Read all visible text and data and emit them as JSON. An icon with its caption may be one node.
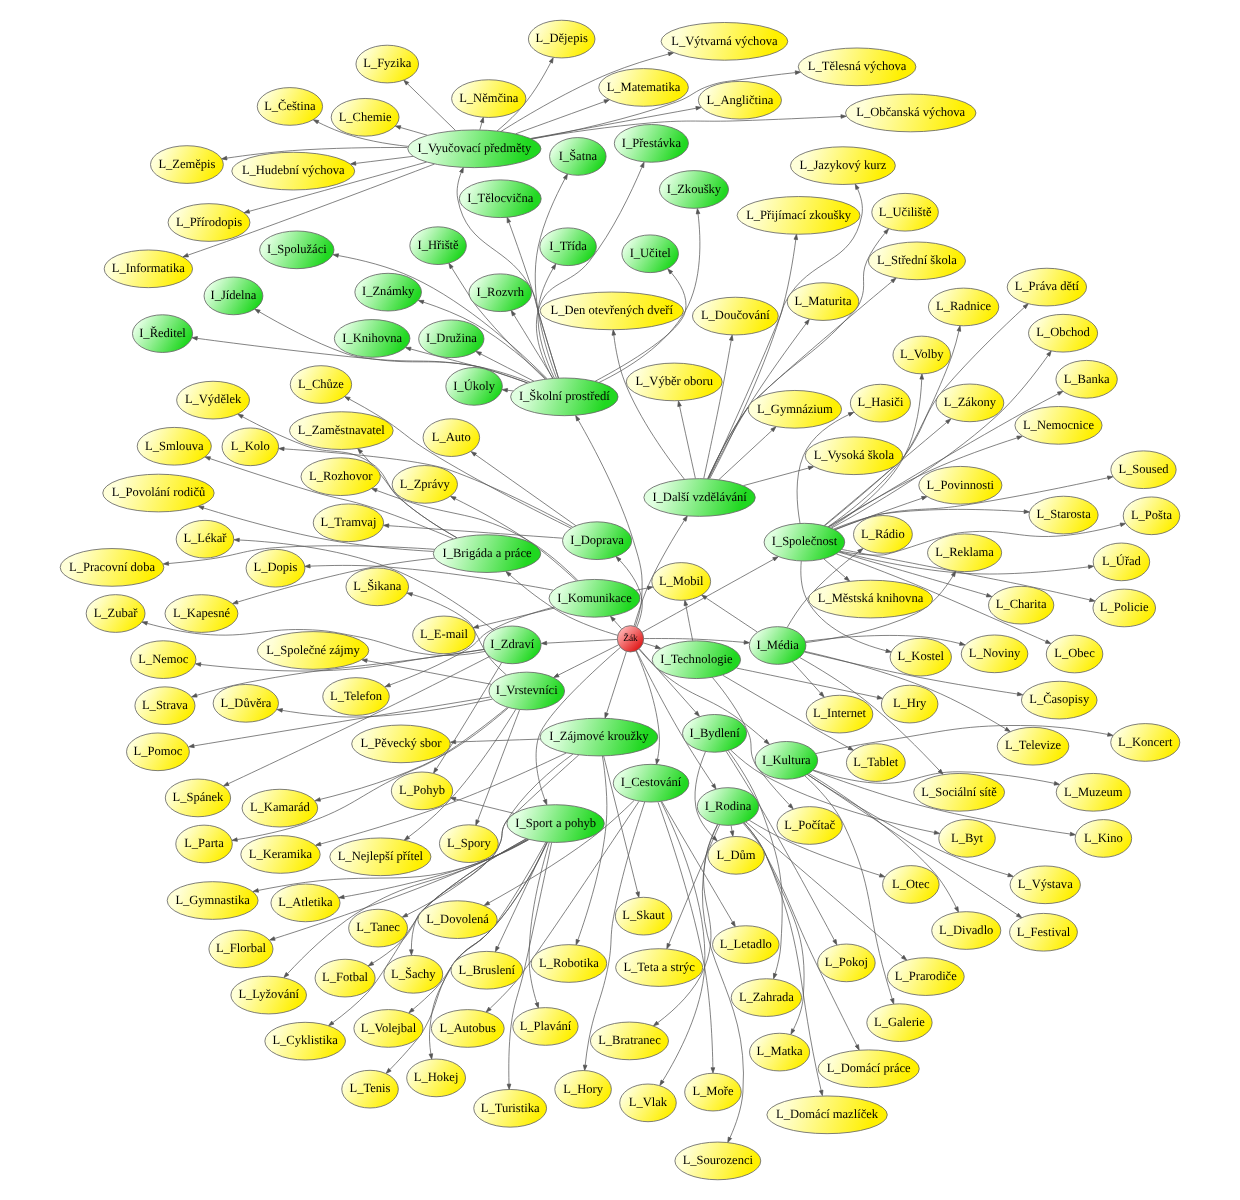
{
  "diagram": {
    "nodes": [
      {
        "text": [
          "Žák"
        ]
      },
      {
        "text": [
          "I_Školní prostředí"
        ]
      },
      {
        "text": [
          "I_Vyučovací předměty"
        ]
      },
      {
        "text": [
          "I_Zájmové kroužky"
        ]
      },
      {
        "text": [
          "I_Společnost"
        ]
      },
      {
        "text": [
          "I_Komunikace"
        ]
      },
      {
        "text": [
          "I_Sport a pohyb"
        ]
      },
      {
        "text": [
          "I_Cestování"
        ]
      },
      {
        "text": [
          "I_Brigáda a práce"
        ]
      },
      {
        "text": [
          "I_Rodina"
        ]
      },
      {
        "text": [
          "I_Vrstevníci"
        ]
      },
      {
        "text": [
          "I_Další vzdělávání"
        ]
      },
      {
        "text": [
          "I_Zdraví"
        ]
      },
      {
        "text": [
          "I_Kultura"
        ]
      },
      {
        "text": [
          "I_Média"
        ]
      },
      {
        "text": [
          "I_Třída"
        ]
      },
      {
        "text": [
          "I_Učitel"
        ]
      },
      {
        "text": [
          "I_Spolužáci"
        ]
      },
      {
        "text": [
          "I_Ředitel"
        ]
      },
      {
        "text": [
          "I_Jídelna"
        ]
      },
      {
        "text": [
          "I_Družina"
        ]
      },
      {
        "text": [
          "I_Knihovna"
        ]
      },
      {
        "text": [
          "I_Tělocvična"
        ]
      },
      {
        "text": [
          "I_Šatna"
        ]
      },
      {
        "text": [
          "I_Hřiště"
        ]
      },
      {
        "text": [
          "I_Rozvrh"
        ]
      },
      {
        "text": [
          "I_Přestávka"
        ]
      },
      {
        "text": [
          "I_Známky"
        ]
      },
      {
        "text": [
          "I_Úkoly"
        ]
      },
      {
        "text": [
          "I_Zkoušky"
        ]
      },
      {
        "text": [
          "I_Doprava"
        ]
      },
      {
        "text": [
          "I_Bydlení"
        ]
      },
      {
        "text": [
          "I_Technologie"
        ]
      },
      {
        "text": [
          "L_Čeština"
        ]
      },
      {
        "text": [
          "L_Matematika"
        ]
      },
      {
        "text": [
          "L_Angličtina"
        ]
      },
      {
        "text": [
          "L_Němčina"
        ]
      },
      {
        "text": [
          "L_Dějepis"
        ]
      },
      {
        "text": [
          "L_Zeměpis"
        ]
      },
      {
        "text": [
          "L_Přírodopis"
        ]
      },
      {
        "text": [
          "L_Fyzika"
        ]
      },
      {
        "text": [
          "L_Chemie"
        ]
      },
      {
        "text": [
          "L_Hudební výchova"
        ]
      },
      {
        "text": [
          "L_Výtvarná výchova"
        ]
      },
      {
        "text": [
          "L_Tělesná výchova"
        ]
      },
      {
        "text": [
          "L_Informatika"
        ]
      },
      {
        "text": [
          "L_Občanská výchova"
        ]
      },
      {
        "text": [
          "L_Obec"
        ]
      },
      {
        "text": [
          "L_Úřad"
        ]
      },
      {
        "text": [
          "L_Policie"
        ]
      },
      {
        "text": [
          "L_Hasiči"
        ]
      },
      {
        "text": [
          "L_Pošta"
        ]
      },
      {
        "text": [
          "L_Banka"
        ]
      },
      {
        "text": [
          "L_Obchod"
        ]
      },
      {
        "text": [
          "L_Nemocnice"
        ]
      },
      {
        "text": [
          "L_Kostel"
        ]
      },
      {
        "text": [
          "L_Městská knihovna"
        ]
      },
      {
        "text": [
          "L_Radnice"
        ]
      },
      {
        "text": [
          "L_Starosta"
        ]
      },
      {
        "text": [
          "L_Volby"
        ]
      },
      {
        "text": [
          "L_Zákony"
        ]
      },
      {
        "text": [
          "L_Práva dětí"
        ]
      },
      {
        "text": [
          "L_Povinnosti"
        ]
      },
      {
        "text": [
          "L_Soused"
        ]
      },
      {
        "text": [
          "L_Charita"
        ]
      },
      {
        "text": [
          "L_Fotbal"
        ]
      },
      {
        "text": [
          "L_Hokej"
        ]
      },
      {
        "text": [
          "L_Plavání"
        ]
      },
      {
        "text": [
          "L_Tenis"
        ]
      },
      {
        "text": [
          "L_Florbal"
        ]
      },
      {
        "text": [
          "L_Volejbal"
        ]
      },
      {
        "text": [
          "L_Atletika"
        ]
      },
      {
        "text": [
          "L_Gymnastika"
        ]
      },
      {
        "text": [
          "L_Lyžování"
        ]
      },
      {
        "text": [
          "L_Cyklistika"
        ]
      },
      {
        "text": [
          "L_Turistika"
        ]
      },
      {
        "text": [
          "L_Bruslení"
        ]
      },
      {
        "text": [
          "L_Vlak"
        ]
      },
      {
        "text": [
          "L_Autobus"
        ]
      },
      {
        "text": [
          "L_Letadlo"
        ]
      },
      {
        "text": [
          "L_Dovolená"
        ]
      },
      {
        "text": [
          "L_Hory"
        ]
      },
      {
        "text": [
          "L_Moře"
        ]
      },
      {
        "text": [
          "L_Kapesné"
        ]
      },
      {
        "text": [
          "L_Výdělek"
        ]
      },
      {
        "text": [
          "L_Smlouva"
        ]
      },
      {
        "text": [
          "L_Zaměstnavatel"
        ]
      },
      {
        "text": [
          "L_Pracovní doba"
        ]
      },
      {
        "text": [
          "L_Povolání rodičů"
        ]
      },
      {
        "text": [
          "L_Matka"
        ]
      },
      {
        "text": [
          "L_Otec"
        ]
      },
      {
        "text": [
          "L_Sourozenci"
        ]
      },
      {
        "text": [
          "L_Prarodiče"
        ]
      },
      {
        "text": [
          "L_Teta a strýc"
        ]
      },
      {
        "text": [
          "L_Bratranec"
        ]
      },
      {
        "text": [
          "L_Domácí mazlíček"
        ]
      },
      {
        "text": [
          "L_Domácí práce"
        ]
      },
      {
        "text": [
          "L_Kamarád"
        ]
      },
      {
        "text": [
          "L_Nejlepší přítel"
        ]
      },
      {
        "text": [
          "L_Parta"
        ]
      },
      {
        "text": [
          "L_Spory"
        ]
      },
      {
        "text": [
          "L_Šikana"
        ]
      },
      {
        "text": [
          "L_Důvěra"
        ]
      },
      {
        "text": [
          "L_Pomoc"
        ]
      },
      {
        "text": [
          "L_Společné zájmy"
        ]
      },
      {
        "text": [
          "L_Střední škola"
        ]
      },
      {
        "text": [
          "L_Gymnázium"
        ]
      },
      {
        "text": [
          "L_Učiliště"
        ]
      },
      {
        "text": [
          "L_Přijímací zkoušky"
        ]
      },
      {
        "text": [
          "L_Maturita"
        ]
      },
      {
        "text": [
          "L_Vysoká škola"
        ]
      },
      {
        "text": [
          "L_Jazykový kurz"
        ]
      },
      {
        "text": [
          "L_Doučování"
        ]
      },
      {
        "text": [
          "L_Výběr oboru"
        ]
      },
      {
        "text": [
          "L_Den otevřených dveří"
        ]
      },
      {
        "text": [
          "L_Lékař"
        ]
      },
      {
        "text": [
          "L_Zubař"
        ]
      },
      {
        "text": [
          "L_Strava"
        ]
      },
      {
        "text": [
          "L_Spánek"
        ]
      },
      {
        "text": [
          "L_Pohyb"
        ]
      },
      {
        "text": [
          "L_Nemoc"
        ]
      },
      {
        "text": [
          "L_Divadlo"
        ]
      },
      {
        "text": [
          "L_Kino"
        ]
      },
      {
        "text": [
          "L_Koncert"
        ]
      },
      {
        "text": [
          "L_Muzeum"
        ]
      },
      {
        "text": [
          "L_Galerie"
        ]
      },
      {
        "text": [
          "L_Výstava"
        ]
      },
      {
        "text": [
          "L_Festival"
        ]
      },
      {
        "text": [
          "L_Televize"
        ]
      },
      {
        "text": [
          "L_Rádio"
        ]
      },
      {
        "text": [
          "L_Noviny"
        ]
      },
      {
        "text": [
          "L_Časopisy"
        ]
      },
      {
        "text": [
          "L_Internet"
        ]
      },
      {
        "text": [
          "L_Sociální sítě"
        ]
      },
      {
        "text": [
          "L_Reklama"
        ]
      },
      {
        "text": [
          "L_Keramika"
        ]
      },
      {
        "text": [
          "L_Šachy"
        ]
      },
      {
        "text": [
          "L_Robotika"
        ]
      },
      {
        "text": [
          "L_Pěvecký sbor"
        ]
      },
      {
        "text": [
          "L_Tanec"
        ]
      },
      {
        "text": [
          "L_Skaut"
        ]
      },
      {
        "text": [
          "L_Telefon"
        ]
      },
      {
        "text": [
          "L_Zprávy"
        ]
      },
      {
        "text": [
          "L_E-mail"
        ]
      },
      {
        "text": [
          "L_Dopis"
        ]
      },
      {
        "text": [
          "L_Rozhovor"
        ]
      },
      {
        "text": [
          "L_Kolo"
        ]
      },
      {
        "text": [
          "L_Tramvaj"
        ]
      },
      {
        "text": [
          "L_Chůze"
        ]
      },
      {
        "text": [
          "L_Auto"
        ]
      },
      {
        "text": [
          "L_Byt"
        ]
      },
      {
        "text": [
          "L_Dům"
        ]
      },
      {
        "text": [
          "L_Pokoj"
        ]
      },
      {
        "text": [
          "L_Zahrada"
        ]
      },
      {
        "text": [
          "L_Počítač"
        ]
      },
      {
        "text": [
          "L_Mobil"
        ]
      },
      {
        "text": [
          "L_Tablet"
        ]
      },
      {
        "text": [
          "L_Hry"
        ]
      }
    ],
    "edges": [
      {
        "from": 0,
        "to": 1,
        "arrow": "to"
      },
      {
        "from": 0,
        "to": 3,
        "arrow": "to"
      },
      {
        "from": 0,
        "to": 4,
        "arrow": "to"
      },
      {
        "from": 0,
        "to": 5,
        "arrow": "to"
      },
      {
        "from": 0,
        "to": 6,
        "arrow": "to"
      },
      {
        "from": 0,
        "to": 7,
        "arrow": "to"
      },
      {
        "from": 0,
        "to": 8,
        "arrow": "to"
      },
      {
        "from": 0,
        "to": 9,
        "arrow": "to"
      },
      {
        "from": 0,
        "to": 10,
        "arrow": "to"
      },
      {
        "from": 0,
        "to": 11,
        "arrow": "to"
      },
      {
        "from": 0,
        "to": 12,
        "arrow": "to"
      },
      {
        "from": 0,
        "to": 13,
        "arrow": "to"
      },
      {
        "from": 0,
        "to": 14,
        "arrow": "to"
      },
      {
        "from": 0,
        "to": 30,
        "arrow": "to"
      },
      {
        "from": 0,
        "to": 31,
        "arrow": "to"
      },
      {
        "from": 0,
        "to": 32,
        "arrow": "to"
      },
      {
        "from": 1,
        "to": 2,
        "arrow": "to"
      },
      {
        "from": 1,
        "to": 15,
        "arrow": "to"
      },
      {
        "from": 1,
        "to": 16,
        "arrow": "to"
      },
      {
        "from": 1,
        "to": 17,
        "arrow": "to"
      },
      {
        "from": 1,
        "to": 18,
        "arrow": "to"
      },
      {
        "from": 1,
        "to": 19,
        "arrow": "to"
      },
      {
        "from": 1,
        "to": 20,
        "arrow": "to"
      },
      {
        "from": 1,
        "to": 21,
        "arrow": "to"
      },
      {
        "from": 1,
        "to": 22,
        "arrow": "to"
      },
      {
        "from": 1,
        "to": 23,
        "arrow": "to"
      },
      {
        "from": 1,
        "to": 24,
        "arrow": "to"
      },
      {
        "from": 1,
        "to": 25,
        "arrow": "to"
      },
      {
        "from": 1,
        "to": 26,
        "arrow": "to"
      },
      {
        "from": 1,
        "to": 27,
        "arrow": "to"
      },
      {
        "from": 1,
        "to": 28,
        "arrow": "to"
      },
      {
        "from": 1,
        "to": 29,
        "arrow": "to"
      },
      {
        "from": 2,
        "to": 33,
        "arrow": "to"
      },
      {
        "from": 2,
        "to": 34,
        "arrow": "to"
      },
      {
        "from": 2,
        "to": 35,
        "arrow": "to"
      },
      {
        "from": 2,
        "to": 36,
        "arrow": "to"
      },
      {
        "from": 2,
        "to": 37,
        "arrow": "to"
      },
      {
        "from": 2,
        "to": 38,
        "arrow": "to"
      },
      {
        "from": 2,
        "to": 39,
        "arrow": "to"
      },
      {
        "from": 2,
        "to": 40,
        "arrow": "to"
      },
      {
        "from": 2,
        "to": 41,
        "arrow": "to"
      },
      {
        "from": 2,
        "to": 42,
        "arrow": "to"
      },
      {
        "from": 2,
        "to": 43,
        "arrow": "to"
      },
      {
        "from": 2,
        "to": 44,
        "arrow": "to"
      },
      {
        "from": 2,
        "to": 45,
        "arrow": "to"
      },
      {
        "from": 2,
        "to": 46,
        "arrow": "to"
      },
      {
        "from": 4,
        "to": 47,
        "arrow": "to"
      },
      {
        "from": 4,
        "to": 48,
        "arrow": "to"
      },
      {
        "from": 4,
        "to": 49,
        "arrow": "to"
      },
      {
        "from": 4,
        "to": 50,
        "arrow": "to"
      },
      {
        "from": 4,
        "to": 51,
        "arrow": "to"
      },
      {
        "from": 4,
        "to": 52,
        "arrow": "to"
      },
      {
        "from": 4,
        "to": 53,
        "arrow": "to"
      },
      {
        "from": 4,
        "to": 54,
        "arrow": "to"
      },
      {
        "from": 4,
        "to": 55,
        "arrow": "to"
      },
      {
        "from": 4,
        "to": 56,
        "arrow": "to"
      },
      {
        "from": 4,
        "to": 57,
        "arrow": "to"
      },
      {
        "from": 4,
        "to": 58,
        "arrow": "to"
      },
      {
        "from": 4,
        "to": 59,
        "arrow": "to"
      },
      {
        "from": 4,
        "to": 60,
        "arrow": "to"
      },
      {
        "from": 4,
        "to": 61,
        "arrow": "to"
      },
      {
        "from": 4,
        "to": 62,
        "arrow": "to"
      },
      {
        "from": 4,
        "to": 63,
        "arrow": "to"
      },
      {
        "from": 4,
        "to": 64,
        "arrow": "to"
      },
      {
        "from": 6,
        "to": 65,
        "arrow": "to"
      },
      {
        "from": 6,
        "to": 66,
        "arrow": "to"
      },
      {
        "from": 6,
        "to": 67,
        "arrow": "to"
      },
      {
        "from": 6,
        "to": 68,
        "arrow": "to"
      },
      {
        "from": 6,
        "to": 69,
        "arrow": "to"
      },
      {
        "from": 6,
        "to": 70,
        "arrow": "to"
      },
      {
        "from": 6,
        "to": 71,
        "arrow": "to"
      },
      {
        "from": 6,
        "to": 72,
        "arrow": "to"
      },
      {
        "from": 6,
        "to": 73,
        "arrow": "to"
      },
      {
        "from": 6,
        "to": 74,
        "arrow": "to"
      },
      {
        "from": 6,
        "to": 75,
        "arrow": "to"
      },
      {
        "from": 6,
        "to": 76,
        "arrow": "to"
      },
      {
        "from": 7,
        "to": 77,
        "arrow": "to"
      },
      {
        "from": 7,
        "to": 78,
        "arrow": "to"
      },
      {
        "from": 7,
        "to": 79,
        "arrow": "to"
      },
      {
        "from": 7,
        "to": 80,
        "arrow": "to"
      },
      {
        "from": 7,
        "to": 81,
        "arrow": "to"
      },
      {
        "from": 7,
        "to": 82,
        "arrow": "to"
      },
      {
        "from": 8,
        "to": 83,
        "arrow": "to"
      },
      {
        "from": 8,
        "to": 84,
        "arrow": "to"
      },
      {
        "from": 8,
        "to": 85,
        "arrow": "to"
      },
      {
        "from": 8,
        "to": 86,
        "arrow": "to"
      },
      {
        "from": 8,
        "to": 87,
        "arrow": "to"
      },
      {
        "from": 8,
        "to": 88,
        "arrow": "to"
      },
      {
        "from": 9,
        "to": 89,
        "arrow": "to"
      },
      {
        "from": 9,
        "to": 90,
        "arrow": "to"
      },
      {
        "from": 9,
        "to": 91,
        "arrow": "to"
      },
      {
        "from": 9,
        "to": 92,
        "arrow": "to"
      },
      {
        "from": 9,
        "to": 93,
        "arrow": "to"
      },
      {
        "from": 9,
        "to": 94,
        "arrow": "to"
      },
      {
        "from": 9,
        "to": 95,
        "arrow": "to"
      },
      {
        "from": 9,
        "to": 96,
        "arrow": "to"
      },
      {
        "from": 10,
        "to": 97,
        "arrow": "to"
      },
      {
        "from": 10,
        "to": 98,
        "arrow": "to"
      },
      {
        "from": 10,
        "to": 99,
        "arrow": "to"
      },
      {
        "from": 10,
        "to": 100,
        "arrow": "to"
      },
      {
        "from": 10,
        "to": 101,
        "arrow": "to"
      },
      {
        "from": 10,
        "to": 102,
        "arrow": "to"
      },
      {
        "from": 10,
        "to": 103,
        "arrow": "to"
      },
      {
        "from": 10,
        "to": 104,
        "arrow": "to"
      },
      {
        "from": 11,
        "to": 105,
        "arrow": "to"
      },
      {
        "from": 11,
        "to": 106,
        "arrow": "to"
      },
      {
        "from": 11,
        "to": 107,
        "arrow": "to"
      },
      {
        "from": 11,
        "to": 108,
        "arrow": "to"
      },
      {
        "from": 11,
        "to": 109,
        "arrow": "to"
      },
      {
        "from": 11,
        "to": 110,
        "arrow": "to"
      },
      {
        "from": 11,
        "to": 111,
        "arrow": "to"
      },
      {
        "from": 11,
        "to": 112,
        "arrow": "to"
      },
      {
        "from": 11,
        "to": 113,
        "arrow": "to"
      },
      {
        "from": 11,
        "to": 114,
        "arrow": "to"
      },
      {
        "from": 12,
        "to": 115,
        "arrow": "to"
      },
      {
        "from": 12,
        "to": 116,
        "arrow": "to"
      },
      {
        "from": 12,
        "to": 117,
        "arrow": "to"
      },
      {
        "from": 12,
        "to": 118,
        "arrow": "to"
      },
      {
        "from": 12,
        "to": 119,
        "arrow": "to"
      },
      {
        "from": 12,
        "to": 120,
        "arrow": "to"
      },
      {
        "from": 13,
        "to": 121,
        "arrow": "to"
      },
      {
        "from": 13,
        "to": 122,
        "arrow": "to"
      },
      {
        "from": 13,
        "to": 123,
        "arrow": "to"
      },
      {
        "from": 13,
        "to": 124,
        "arrow": "to"
      },
      {
        "from": 13,
        "to": 125,
        "arrow": "to"
      },
      {
        "from": 13,
        "to": 126,
        "arrow": "to"
      },
      {
        "from": 13,
        "to": 127,
        "arrow": "to"
      },
      {
        "from": 14,
        "to": 128,
        "arrow": "to"
      },
      {
        "from": 14,
        "to": 129,
        "arrow": "to"
      },
      {
        "from": 14,
        "to": 130,
        "arrow": "to"
      },
      {
        "from": 14,
        "to": 131,
        "arrow": "to"
      },
      {
        "from": 14,
        "to": 132,
        "arrow": "to"
      },
      {
        "from": 14,
        "to": 133,
        "arrow": "to"
      },
      {
        "from": 14,
        "to": 134,
        "arrow": "to"
      },
      {
        "from": 3,
        "to": 135,
        "arrow": "to"
      },
      {
        "from": 3,
        "to": 136,
        "arrow": "to"
      },
      {
        "from": 3,
        "to": 137,
        "arrow": "to"
      },
      {
        "from": 3,
        "to": 138,
        "arrow": "to"
      },
      {
        "from": 3,
        "to": 139,
        "arrow": "to"
      },
      {
        "from": 3,
        "to": 140,
        "arrow": "to"
      },
      {
        "from": 5,
        "to": 141,
        "arrow": "to"
      },
      {
        "from": 5,
        "to": 142,
        "arrow": "to"
      },
      {
        "from": 5,
        "to": 143,
        "arrow": "to"
      },
      {
        "from": 5,
        "to": 144,
        "arrow": "to"
      },
      {
        "from": 5,
        "to": 145,
        "arrow": "to"
      },
      {
        "from": 30,
        "to": 146,
        "arrow": "to"
      },
      {
        "from": 30,
        "to": 147,
        "arrow": "to"
      },
      {
        "from": 30,
        "to": 148,
        "arrow": "to"
      },
      {
        "from": 30,
        "to": 149,
        "arrow": "to"
      },
      {
        "from": 31,
        "to": 150,
        "arrow": "to"
      },
      {
        "from": 31,
        "to": 151,
        "arrow": "to"
      },
      {
        "from": 31,
        "to": 152,
        "arrow": "to"
      },
      {
        "from": 31,
        "to": 153,
        "arrow": "to"
      },
      {
        "from": 32,
        "to": 154,
        "arrow": "to"
      },
      {
        "from": 32,
        "to": 155,
        "arrow": "to"
      },
      {
        "from": 32,
        "to": 156,
        "arrow": "to"
      },
      {
        "from": 32,
        "to": 157,
        "arrow": "to"
      },
      {
        "from": 6,
        "to": 119,
        "arrow": "to"
      },
      {
        "from": 9,
        "to": 151,
        "arrow": "to"
      },
      {
        "from": 14,
        "to": 155,
        "arrow": "to"
      },
      {
        "from": 5,
        "to": 155,
        "arrow": "to"
      }
    ]
  }
}
